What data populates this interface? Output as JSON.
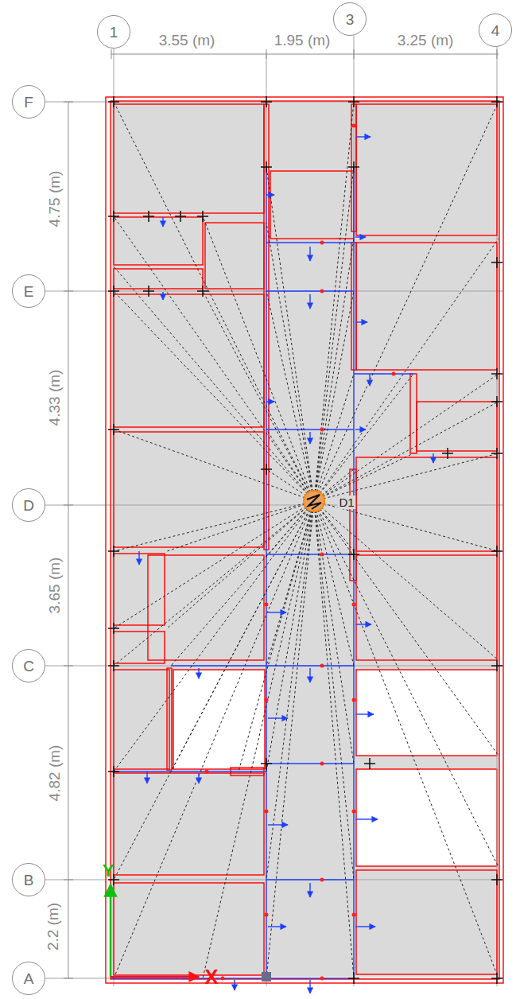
{
  "diagram": {
    "nodes": [
      {
        "text": [
          "1"
        ]
      },
      {
        "text": [
          "3"
        ]
      },
      {
        "text": [
          "4"
        ]
      },
      {
        "text": [
          "F"
        ]
      },
      {
        "text": [
          "E"
        ]
      },
      {
        "text": [
          "D"
        ]
      },
      {
        "text": [
          "C"
        ]
      },
      {
        "text": [
          "B"
        ]
      },
      {
        "text": [
          "A"
        ]
      }
    ],
    "labels": [
      "3.55 (m)",
      "1.95 (m)",
      "3.25 (m)",
      "4.75 (m)",
      "4.33 (m)",
      "3.65 (m)",
      "4.82 (m)",
      "2.2 (m)",
      "D1",
      "Y",
      "X"
    ]
  }
}
